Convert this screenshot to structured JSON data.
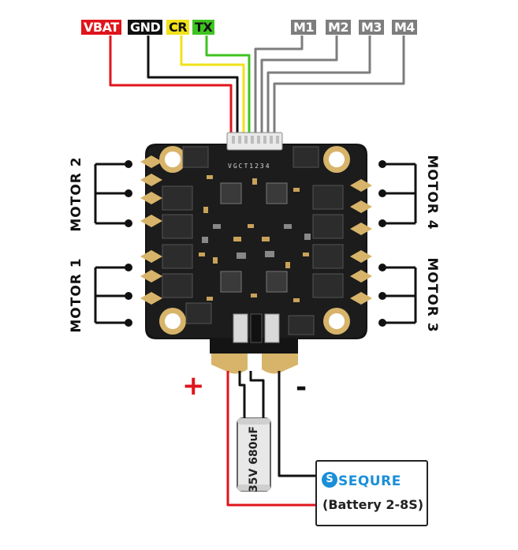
{
  "wire_labels": {
    "vbat": "VBAT",
    "gnd": "GND",
    "cr": "CR",
    "tx": "TX",
    "m1": "M1",
    "m2": "M2",
    "m3": "M3",
    "m4": "M4"
  },
  "motors": {
    "motor1": "MOTOR 1",
    "motor2": "MOTOR 2",
    "motor3": "MOTOR 3",
    "motor4": "MOTOR 4"
  },
  "polarity": {
    "plus": "+",
    "minus": "-"
  },
  "capacitor": "35V 680uF",
  "battery": {
    "brand": "SEQURE",
    "label": "(Battery 2-8S)"
  },
  "board_silkscreen": "VGCT1234",
  "colors": {
    "vbat": "#e0141b",
    "gnd": "#111111",
    "cr": "#f2e21a",
    "tx": "#3fc321",
    "motor_signal": "#7d7d7d",
    "board": "#141414",
    "pads": "#d7b46a"
  }
}
